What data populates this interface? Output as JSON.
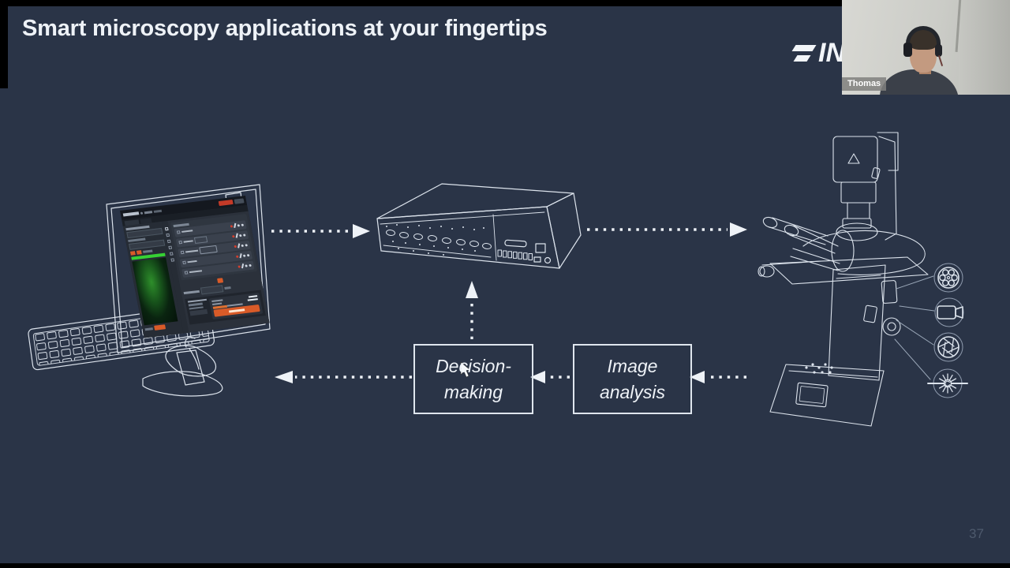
{
  "slide": {
    "title": "Smart microscopy applications at your fingertips",
    "page_number": "37",
    "background": "#2a3447",
    "line_color": "#dce3ec"
  },
  "logo": {
    "visible_text": "IN"
  },
  "webcam": {
    "participant_name": "Thomas"
  },
  "diagram": {
    "decision_box": {
      "line1": "Decision-",
      "line2": "making"
    },
    "image_box": {
      "line1": "Image",
      "line2": "analysis"
    },
    "component_icons": [
      "filter-wheel",
      "camera",
      "aperture",
      "laser"
    ],
    "colors": {
      "accent_orange": "#d95b28",
      "alert_red": "#c43a28",
      "progress_green": "#36d134"
    }
  }
}
